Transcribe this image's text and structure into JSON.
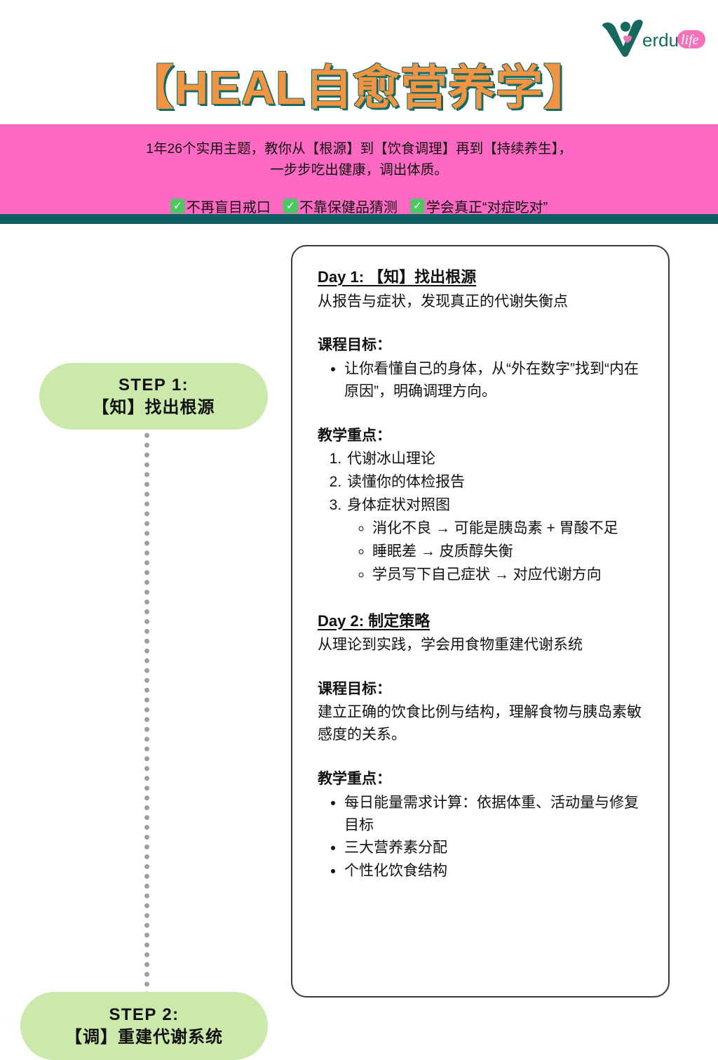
{
  "brand": {
    "name_part1": "erdu",
    "name_part2": "life",
    "logo_icon": "verdulife-check-person-logo",
    "teal": "#16685F",
    "pink": "#F472B6"
  },
  "header": {
    "title": "【HEAL自愈营养学】",
    "title_color": "#F29441",
    "title_shadow_color": "#176B63"
  },
  "banner": {
    "background_color": "#FF69C4",
    "line1": "1年26个实用主题，教你从【根源】到【饮食调理】再到【持续养生】，",
    "line2": "一步步吃出健康，调出体质。",
    "checks": [
      {
        "icon": "check-badge-icon",
        "mark": "✓",
        "label": "不再盲目戒口"
      },
      {
        "icon": "check-badge-icon",
        "mark": "✓",
        "label": "不靠保健品猜测"
      },
      {
        "icon": "check-badge-icon",
        "mark": "✓",
        "label": "学会真正“对症吃对”"
      }
    ],
    "divider_color": "#0E5E61"
  },
  "steps": [
    {
      "kicker": "STEP 1:",
      "label": "【知】找出根源",
      "color": "#CCE9AC"
    },
    {
      "kicker": "STEP 2:",
      "label": "【调】重建代谢系统",
      "color": "#CCE9AC"
    }
  ],
  "card": {
    "day1": {
      "heading": "Day 1: 【知】找出根源",
      "subtitle": "从报告与症状，发现真正的代谢失衡点",
      "goal_head": "课程目标：",
      "goal_bullets": [
        "让你看懂自己的身体，从“外在数字”找到“内在原因”，明确调理方向。"
      ],
      "focus_head": "教学重点：",
      "focus_items": [
        "代谢冰山理论",
        "读懂你的体检报告",
        "身体症状对照图"
      ],
      "focus_sub_items": [
        "消化不良 → 可能是胰岛素 + 胃酸不足",
        "睡眠差 → 皮质醇失衡",
        "学员写下自己症状 → 对应代谢方向"
      ]
    },
    "day2": {
      "heading": "Day 2: 制定策略",
      "subtitle": "从理论到实践，学会用食物重建代谢系统",
      "goal_head": "课程目标：",
      "goal_text": "建立正确的饮食比例与结构，理解食物与胰岛素敏感度的关系。",
      "focus_head": "教学重点：",
      "focus_bullets": [
        "每日能量需求计算：依据体重、活动量与修复目标",
        "三大营养素分配",
        "个性化饮食结构"
      ]
    }
  }
}
